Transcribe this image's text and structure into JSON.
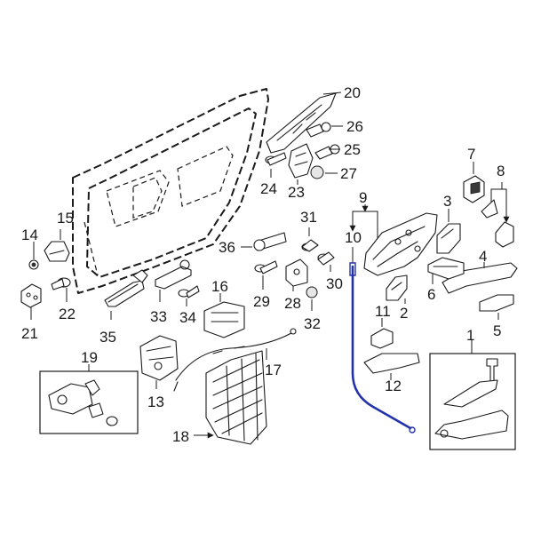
{
  "diagram": {
    "highlight_color": "#2233aa",
    "line_color": "#1a1a1a",
    "callouts": [
      "1",
      "2",
      "3",
      "4",
      "5",
      "6",
      "7",
      "8",
      "9",
      "10",
      "11",
      "12",
      "13",
      "14",
      "15",
      "16",
      "17",
      "18",
      "19",
      "20",
      "21",
      "22",
      "23",
      "24",
      "25",
      "26",
      "27",
      "28",
      "29",
      "30",
      "31",
      "32",
      "33",
      "34",
      "35",
      "36"
    ]
  }
}
